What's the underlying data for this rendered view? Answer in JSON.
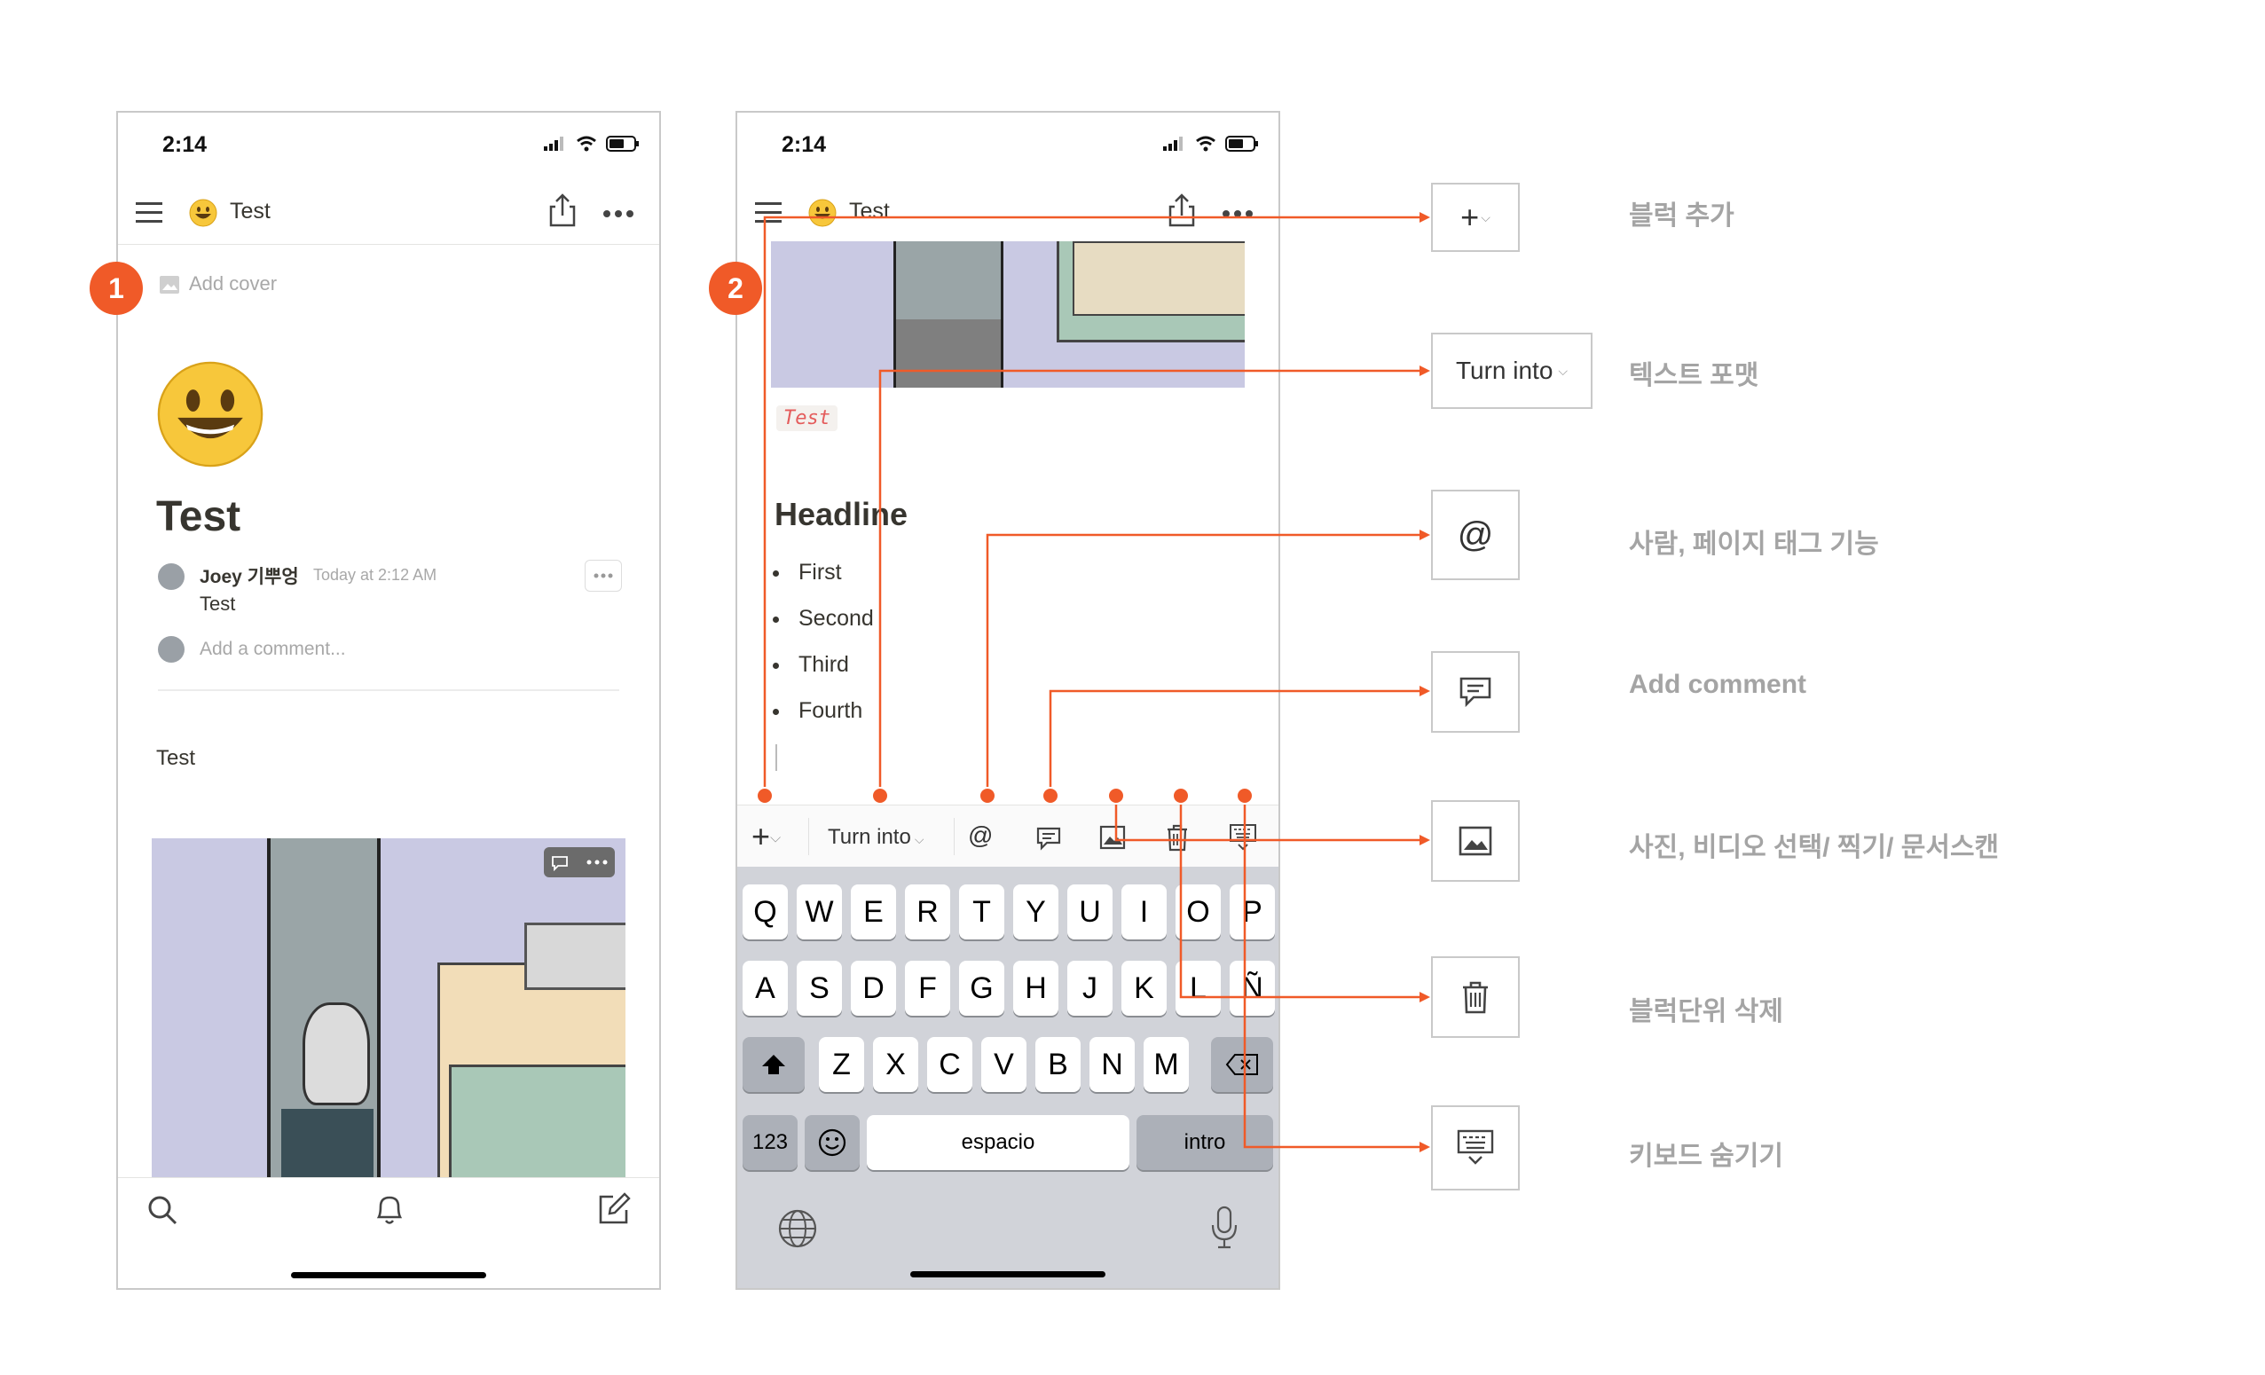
{
  "screen1": {
    "time": "2:14",
    "nav_title": "Test",
    "add_cover": "Add cover",
    "page_title": "Test",
    "comment_author": "Joey 기뿌엉",
    "comment_time": "Today at 2:12 AM",
    "comment_text": "Test",
    "add_comment_placeholder": "Add a comment...",
    "body_text": "Test",
    "badge": "1"
  },
  "screen2": {
    "time": "2:14",
    "nav_title": "Test",
    "code_tag": "Test",
    "headline": "Headline",
    "bullets": [
      "First",
      "Second",
      "Third",
      "Fourth"
    ],
    "badge": "2",
    "toolbar": {
      "plus": "+",
      "turn_into": "Turn into",
      "at": "@"
    },
    "keyboard": {
      "row1": [
        "Q",
        "W",
        "E",
        "R",
        "T",
        "Y",
        "U",
        "I",
        "O",
        "P"
      ],
      "row2": [
        "A",
        "S",
        "D",
        "F",
        "G",
        "H",
        "J",
        "K",
        "L",
        "Ñ"
      ],
      "row3": [
        "Z",
        "X",
        "C",
        "V",
        "B",
        "N",
        "M"
      ],
      "num_key": "123",
      "space_key": "espacio",
      "return_key": "intro"
    }
  },
  "legend": {
    "plus_box": "+",
    "turn_into_box": "Turn into",
    "at_box": "@",
    "items": [
      "블럭 추가",
      "텍스트 포맷",
      "사람, 페이지 태그 기능",
      "Add comment",
      "사진, 비디오 선택/ 찍기/ 문서스캔",
      "블럭단위 삭제",
      "키보드 숨기기"
    ]
  },
  "colors": {
    "accent": "#f05a28",
    "border": "#c9c9c9",
    "label": "#a4a4a4",
    "keyboard_bg": "#d1d3d9",
    "illustration_bg": "#c9c9e3"
  }
}
